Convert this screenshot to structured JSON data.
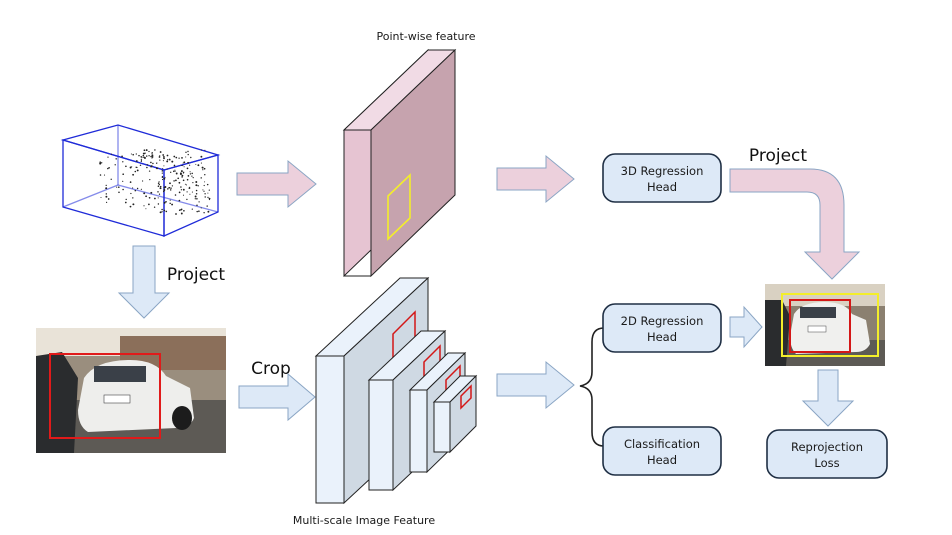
{
  "labels": {
    "pointwise_feature": "Point-wise feature",
    "multiscale_feature": "Multi-scale Image Feature",
    "project_top": "Project",
    "project_left": "Project",
    "crop": "Crop"
  },
  "heads": {
    "regression_3d": [
      "3D Regression",
      "Head"
    ],
    "regression_2d": [
      "2D Regression",
      "Head"
    ],
    "classification": [
      "Classification",
      "Head"
    ],
    "reprojection": [
      "Reprojection",
      "Loss"
    ]
  },
  "colors": {
    "pink_arrow": "#ecd0dc",
    "blue_arrow": "#dde9f7",
    "arrow_stroke": "#8aa5c4",
    "box_fill": "#dde9f7",
    "box_stroke": "#1f2f44",
    "point_face": "#c6a3ae",
    "point_side": "#e6c4d2",
    "point_top": "#f1dbe5",
    "feat_front": "#cfd9e3",
    "feat_side": "#eaf2fb",
    "lidar_line": "#1f2bd8",
    "yellow": "#f3ee2b",
    "red": "#d41717"
  }
}
